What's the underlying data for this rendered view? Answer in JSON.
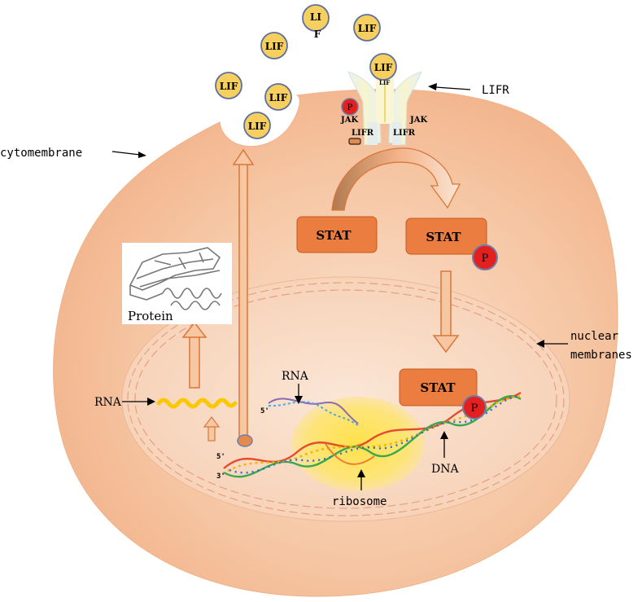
{
  "labels": {
    "cytomembrane": "cytomembrane",
    "lifr": "LIFR",
    "nuclear_line1": "nuclear",
    "nuclear_line2": "membranes",
    "protein": "Protein",
    "rna_left": "RNA",
    "rna_top": "RNA",
    "dna": "DNA",
    "ribosome": "ribosome"
  },
  "ligands": [
    {
      "text": "LIF"
    },
    {
      "text": "LIF"
    },
    {
      "text": "LIF"
    },
    {
      "text": "LIF"
    },
    {
      "text": "LIF"
    },
    {
      "text": "LIF"
    }
  ],
  "ligand_split": {
    "line1": "LI",
    "line2": "F"
  },
  "receptor": {
    "lif_bound": "LIF",
    "inner_lif": "LIF",
    "jak_left": "JAK",
    "jak_right": "JAK",
    "lifr_left": "LIFR",
    "lifr_right": "LIFR",
    "phospho": "P"
  },
  "stat": {
    "inactive": "STAT",
    "active": "STAT",
    "nuclear": "STAT",
    "phospho": "P",
    "phospho_nuclear": "P"
  },
  "colors": {
    "cell_fill": "#f6c9a9",
    "cell_edge": "#f3b48c",
    "nucleus_fill": "#f8d7c0",
    "stat_fill": "#ea7d3f",
    "arrow_fill": "#f6c7a1",
    "arrow_edge": "#d9773b",
    "lif_fill": "#f6cf5e",
    "phospho_fill": "#e41f1f",
    "ribosome_fill": "#ffe35a",
    "rna_fill": "#f9c800"
  }
}
